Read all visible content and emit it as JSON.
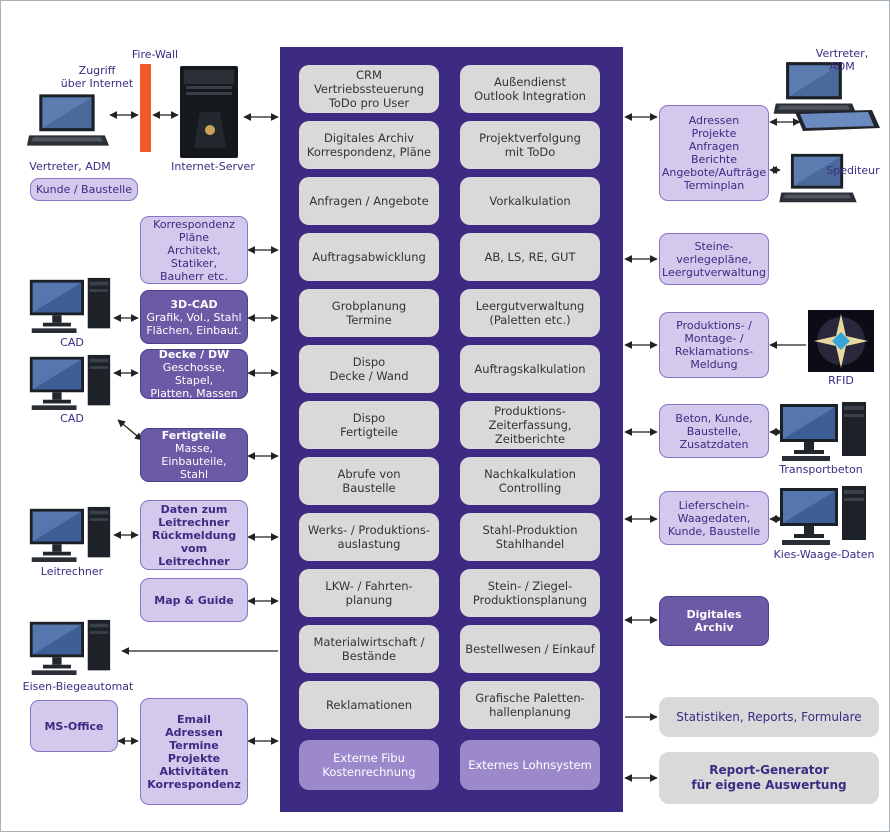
{
  "center": {
    "left": [
      "CRM Vertriebssteuerung\nToDo pro User",
      "Digitales Archiv\nKorrespondenz, Pläne",
      "Anfragen / Angebote",
      "Auftragsabwicklung",
      "Grobplanung\nTermine",
      "Dispo\nDecke / Wand",
      "Dispo\nFertigteile",
      "Abrufe von\nBaustelle",
      "Werks- / Produktions-\nauslastung",
      "LKW- / Fahrten-\nplanung",
      "Materialwirtschaft /\nBestände",
      "Reklamationen",
      "Externe Fibu\nKostenrechnung"
    ],
    "right": [
      "Außendienst\nOutlook Integration",
      "Projektverfolgung\nmit ToDo",
      "Vorkalkulation",
      "AB, LS, RE, GUT",
      "Leergutverwaltung\n(Paletten etc.)",
      "Auftragskalkulation",
      "Produktions-\nZeiterfassung, Zeitberichte",
      "Nachkalkulation\nControlling",
      "Stahl-Produktion\nStahlhandel",
      "Stein- / Ziegel-\nProduktionsplanung",
      "Bestellwesen / Einkauf",
      "Grafische Paletten-\nhallenplanung",
      "Externes Lohnsystem"
    ]
  },
  "left_side": {
    "zugriff": "Zugriff\nüber Internet",
    "firewall": "Fire-Wall",
    "vertreter": "Vertreter, ADM",
    "server": "Internet-Server",
    "kunde_baustelle": "Kunde / Baustelle",
    "korrespondenz": "Korrespondenz\nPläne\nArchitekt, Statiker,\nBauherr etc.",
    "cad3d_title": "3D-CAD",
    "cad3d_body": "Grafik, Vol., Stahl\nFlächen, Einbaut.",
    "cad1": "CAD",
    "decke_title": "Decke / DW",
    "decke_body": "Geschosse, Stapel,\nPlatten, Massen",
    "cad2": "CAD",
    "fertig_title": "Fertigteile",
    "fertig_body": "Masse, Einbauteile,\nStahl",
    "leitdaten": "Daten zum\nLeitrechner\nRückmeldung\nvom Leitrechner",
    "leitrechner": "Leitrechner",
    "map_guide": "Map & Guide",
    "eisen": "Eisen-Biegeautomat",
    "msoffice": "MS-Office",
    "email": "Email\nAdressen\nTermine\nProjekte\nAktivitäten\nKorrespondenz"
  },
  "right_side": {
    "vertreter": "Vertreter,\nADM",
    "adressen": "Adressen\nProjekte\nAnfragen\nBerichte\nAngebote/Aufträge\nTerminplan",
    "spediteur": "Spediteur",
    "steine": "Steine-\nverlegepläne,\nLeergutverwaltung",
    "produktion": "Produktions- /\nMontage- /\nReklamations-\nMeldung",
    "rfid": "RFID",
    "beton": "Beton, Kunde,\nBaustelle,\nZusatzdaten",
    "transportbeton": "Transportbeton",
    "lieferschein": "Lieferschein-\nWaagedaten,\nKunde, Baustelle",
    "kies": "Kies-Waage-Daten",
    "digitales": "Digitales\nArchiv",
    "statistiken": "Statistiken, Reports, Formulare",
    "report": "Report-Generator\nfür eigene Auswertung"
  },
  "colors": {
    "center_bg": "#3c2a83",
    "box_gray": "#d9d9d9",
    "box_lavender": "#d2c9ec",
    "box_dark": "#6b5aa6",
    "firewall": "#f05a28"
  }
}
